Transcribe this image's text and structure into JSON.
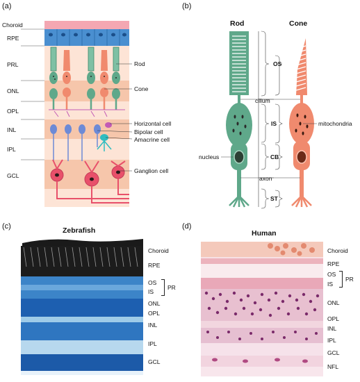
{
  "panels": {
    "a": {
      "label": "(a)",
      "left_layers": [
        "Choroid",
        "RPE",
        "PRL",
        "ONL",
        "OPL",
        "INL",
        "IPL",
        "GCL"
      ],
      "cell_labels": [
        "Rod",
        "Cone",
        "Horizontal cell",
        "Bipolar cell",
        "Amacrine cell",
        "Ganglion cell"
      ]
    },
    "b": {
      "label": "(b)",
      "rod_title": "Rod",
      "cone_title": "Cone",
      "segments": [
        "OS",
        "IS",
        "CB",
        "ST"
      ],
      "annotations": {
        "cilium": "cilium",
        "mitochondria": "mitochondria",
        "nucleus": "nucleus",
        "axon": "axon"
      }
    },
    "c": {
      "label": "(c)",
      "title": "Zebrafish",
      "layers": [
        "Choroid",
        "RPE",
        "OS",
        "IS",
        "PR",
        "ONL",
        "OPL",
        "INL",
        "IPL",
        "GCL"
      ]
    },
    "d": {
      "label": "(d)",
      "title": "Human",
      "layers": [
        "Choroid",
        "RPE",
        "OS",
        "IS",
        "PR",
        "ONL",
        "OPL",
        "INL",
        "IPL",
        "GCL",
        "NFL"
      ]
    }
  },
  "colors": {
    "choroid": "#f4a7b2",
    "rpe": "#4a8fd0",
    "background_band": "#fbd7c4",
    "rod": "#5fa88a",
    "cone": "#f08a6e",
    "bipolar": "#6d8ad6",
    "horizontal": "#c25bb6",
    "amacrine": "#2fbcc0",
    "ganglion": "#e8506a"
  }
}
